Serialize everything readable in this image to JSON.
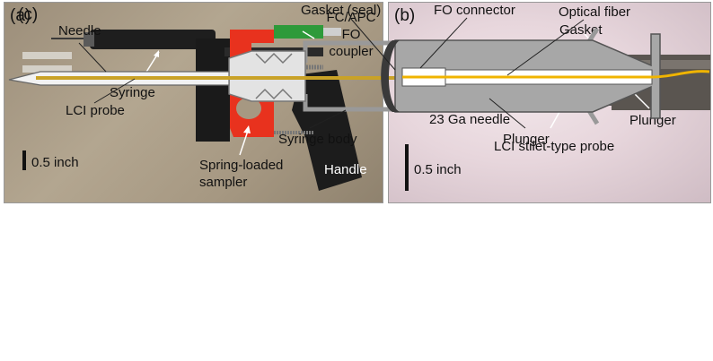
{
  "panel_a": {
    "letter": "(a)",
    "labels": {
      "fc_apc": "FC/APC",
      "fo": "FO",
      "coupler": "coupler",
      "syringe": "Syringe",
      "scale": "0.5 inch",
      "spring_loaded": "Spring-loaded",
      "sampler": "sampler",
      "handle": "Handle"
    }
  },
  "panel_b": {
    "letter": "(b)",
    "labels": {
      "gasket": "Gasket",
      "needle": "23 Ga needle",
      "plunger": "Plunger",
      "probe": "LCI stilet-type probe",
      "scale": "0.5 inch"
    }
  },
  "panel_c": {
    "letter": "(c)",
    "labels": {
      "needle": "Needle",
      "gasket_seal": "Gasket (seal)",
      "fo_connector": "FO connector",
      "optical_fiber": "Optical fiber",
      "lci_probe": "LCI probe",
      "syringe_body": "Syringe body",
      "plunger": "Plunger"
    }
  },
  "colors": {
    "fiber": "#f0b400",
    "sampler": "#e8321e",
    "handle": "#1c1c1c",
    "barrel_gray": "#a7a7a7"
  }
}
